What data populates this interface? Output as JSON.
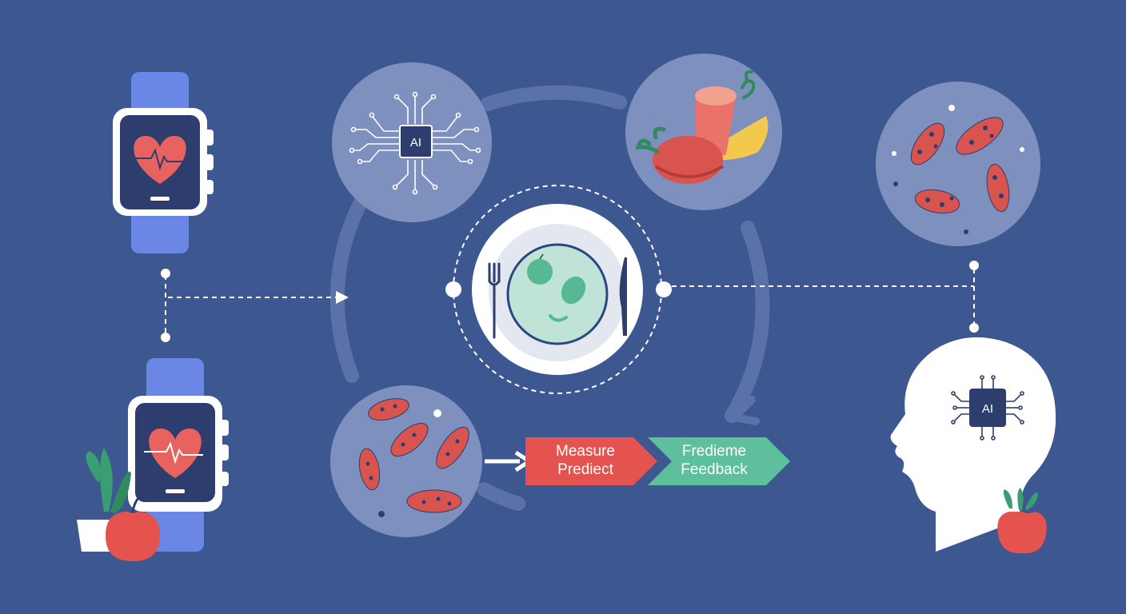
{
  "colors": {
    "background": "#3d5791",
    "bubble": "#7d90be",
    "watch_band": "#6b87e6",
    "heart": "#e8635f",
    "microbe": "#d9544f",
    "plate": "#bfe3d6",
    "arrow_red": "#e5534e",
    "arrow_teal": "#5dbf9c",
    "white": "#ffffff"
  },
  "icons": [
    "smartwatch-heart-icon",
    "smartwatch-heart-icon",
    "potted-plant-icon",
    "apple-icon",
    "ai-chip-icon",
    "vegetables-icon",
    "microbes-icon",
    "plate-fork-knife-icon",
    "human-head-ai-icon"
  ],
  "chips": {
    "top": "AI",
    "head": "AI"
  },
  "steps": [
    {
      "line1": "Measure",
      "line2": "Prediect"
    },
    {
      "line1": "Frediеme",
      "line2": "Feedback"
    }
  ]
}
